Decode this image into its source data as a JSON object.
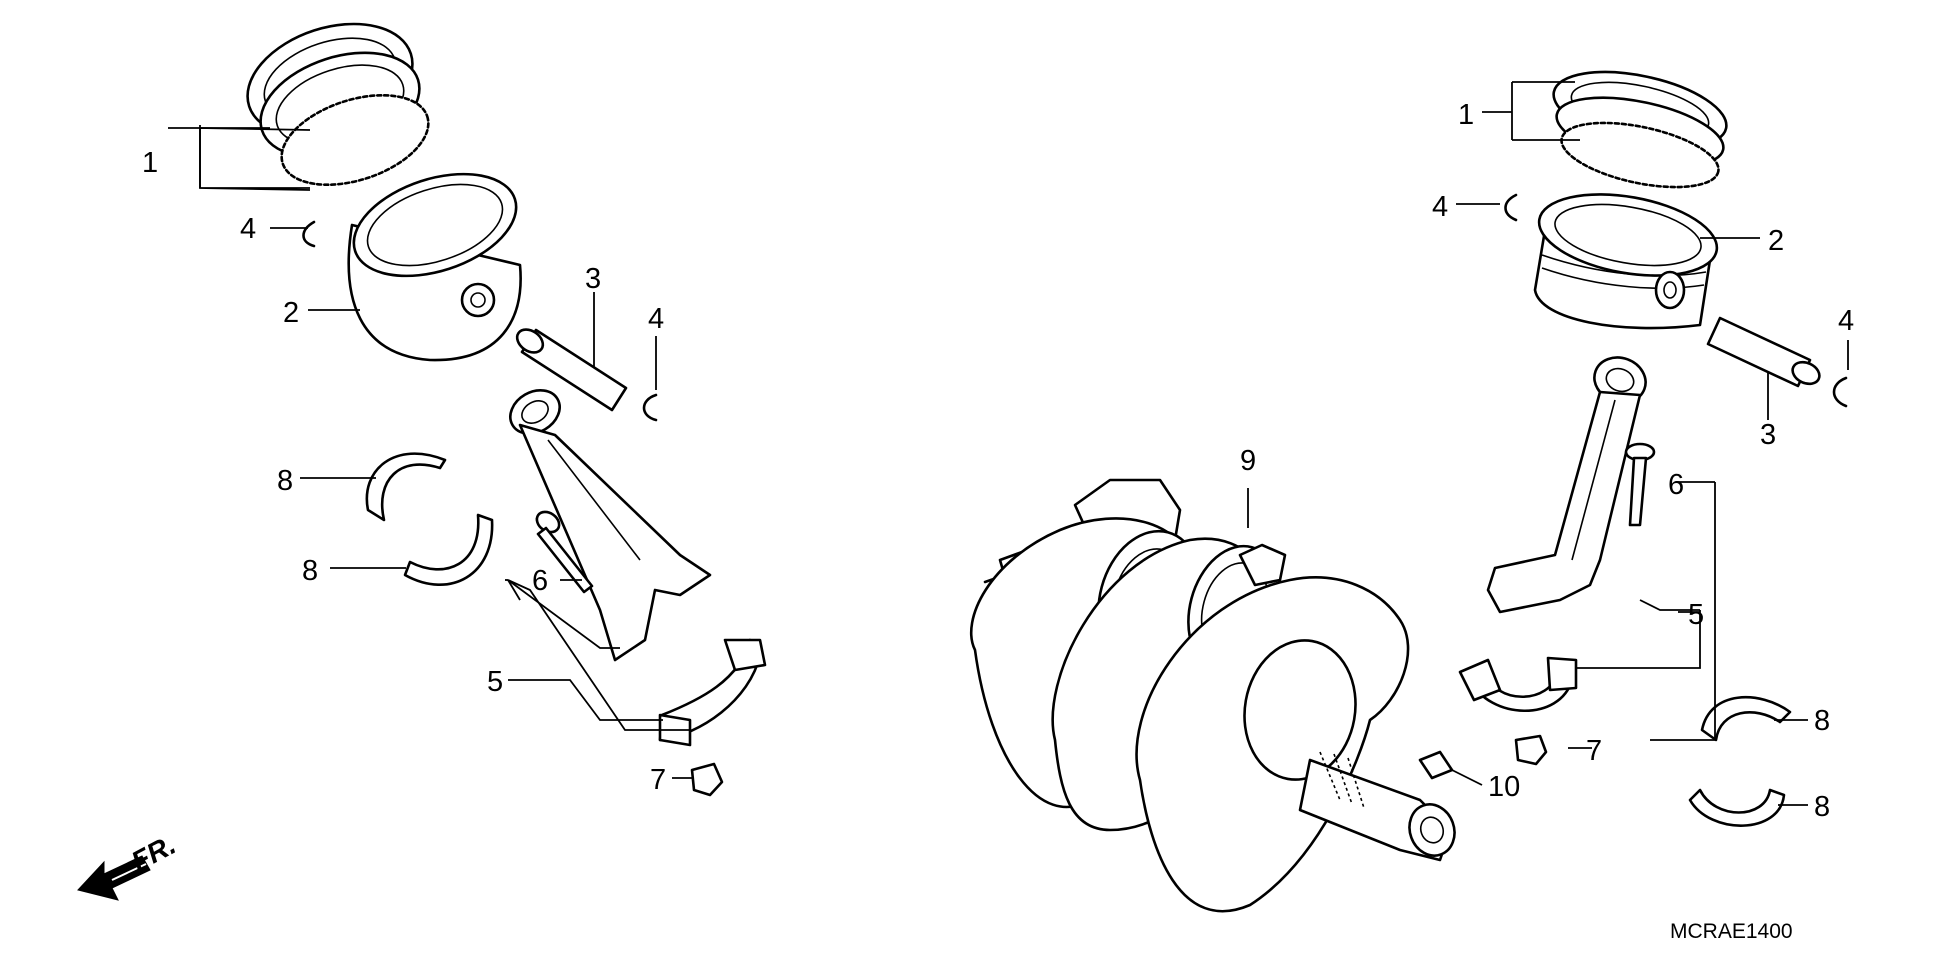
{
  "callouts": {
    "piston_rings": "1",
    "piston": "2",
    "piston_pin": "3",
    "pin_clip": "4",
    "connecting_rod": "5",
    "rod_bolt": "6",
    "rod_nut": "7",
    "bearing": "8",
    "crankshaft": "9",
    "key": "10"
  },
  "diagram_code": "MCRAE1400",
  "front_label": "FR.",
  "icons": [
    "front-arrow-icon"
  ]
}
